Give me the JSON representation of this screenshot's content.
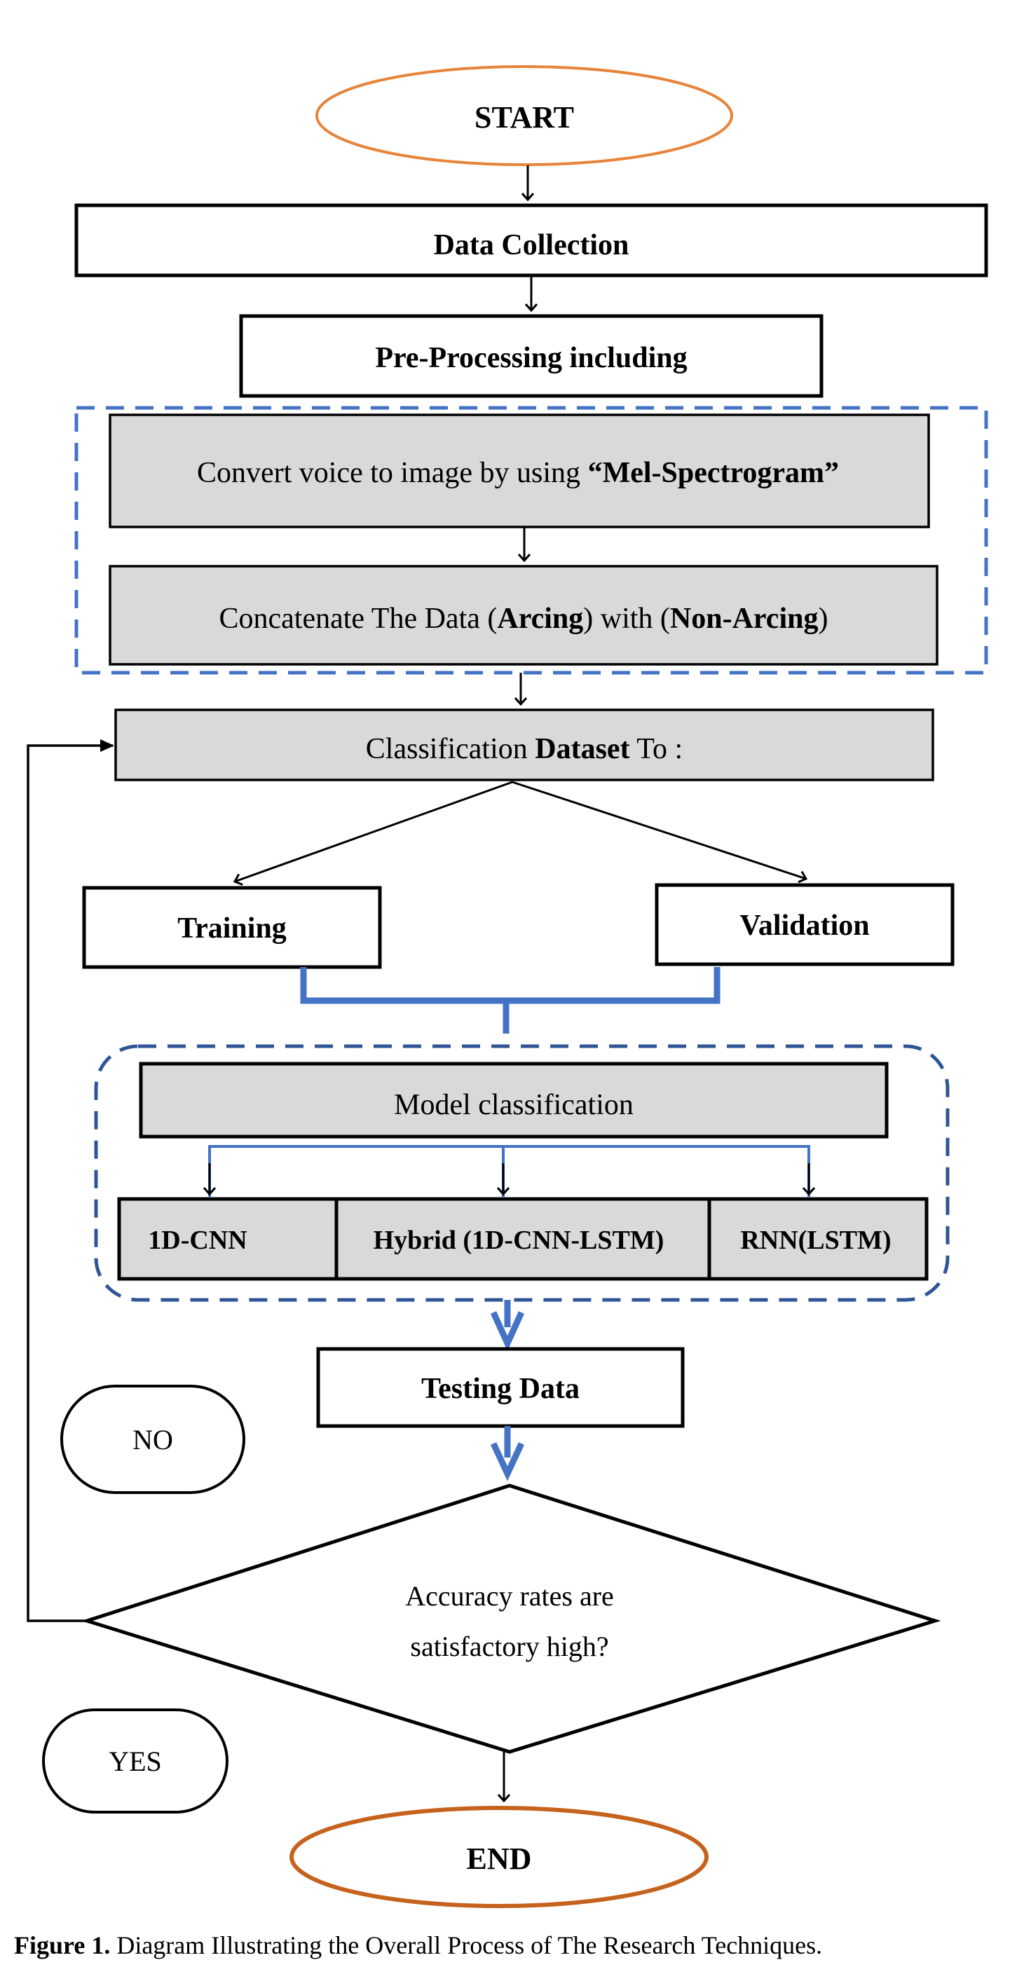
{
  "colors": {
    "orange": "#E6843A",
    "dark_orange": "#C5631E",
    "blue": "#4472C4",
    "dashed_blue": "#2F5597",
    "gray_fill": "#D9D9D9",
    "black": "#000000"
  },
  "nodes": {
    "start": "START",
    "data_collection": "Data Collection",
    "preprocessing": "Pre-Processing including",
    "mel_prefix": "Convert voice to image by using ",
    "mel_bold": "“Mel-Spectrogram”",
    "concat_a": "Concatenate The Data (",
    "concat_b": "Arcing",
    "concat_c": ") with (",
    "concat_d": "Non-Arcing",
    "concat_e": ")",
    "class_a": "Classification ",
    "class_b": "Dataset",
    "class_c": " To :",
    "training": "Training",
    "validation": "Validation",
    "model_classification": "Model classification",
    "model_1d_cnn": "1D-CNN",
    "model_hybrid": "Hybrid (1D-CNN-LSTM)",
    "model_rnn": "RNN(LSTM)",
    "testing": "Testing Data",
    "decision_line1": "Accuracy rates are",
    "decision_line2": "satisfactory high?",
    "no_label": "NO",
    "yes_label": "YES",
    "end": "END"
  },
  "caption": {
    "label": "Figure 1.",
    "text": "Diagram Illustrating the Overall Process of The Research Techniques."
  }
}
